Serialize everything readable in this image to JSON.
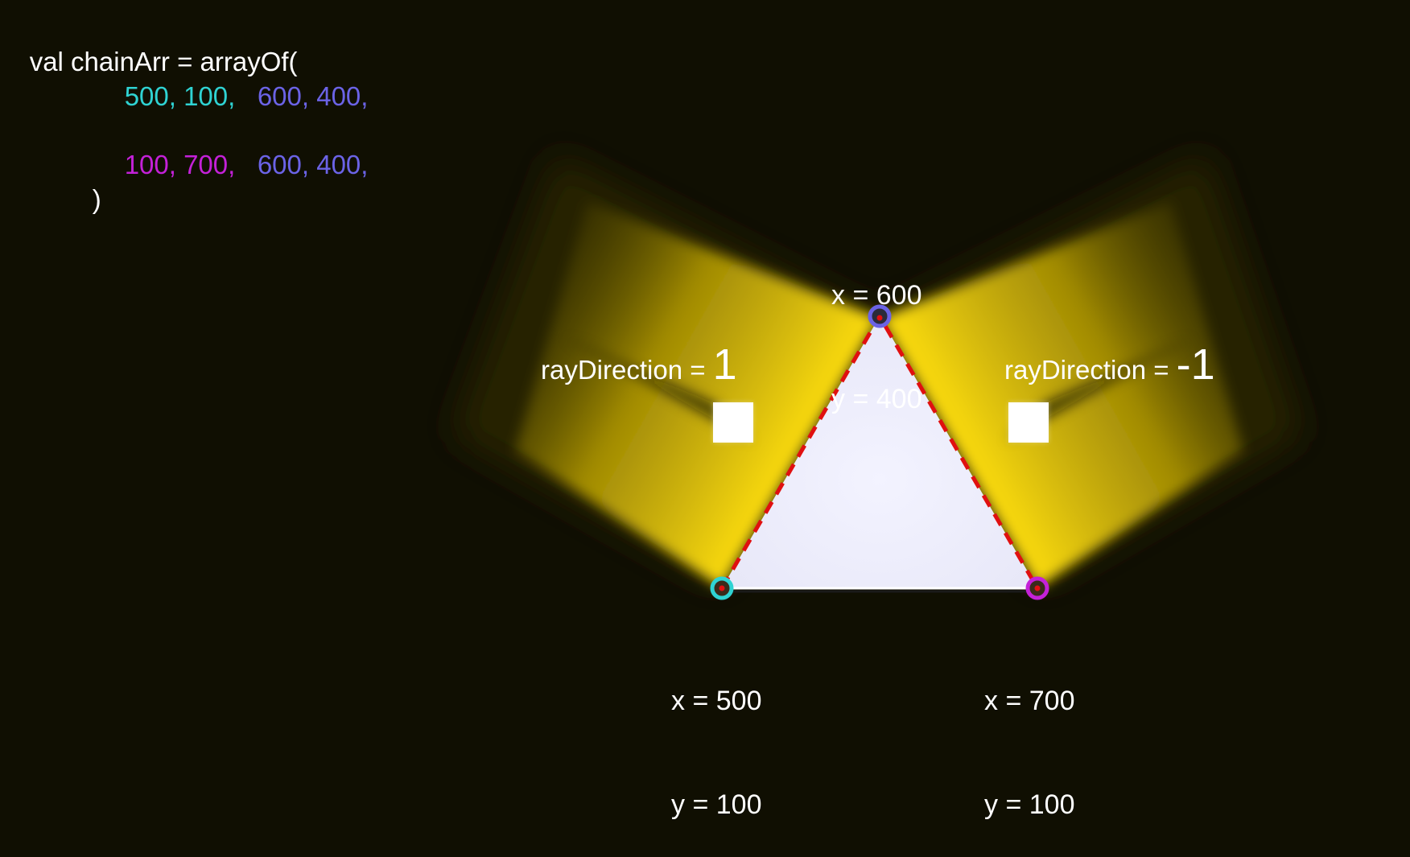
{
  "code": {
    "line1": "val chainArr = arrayOf(",
    "row1": {
      "p1": "500, 100,",
      "p2": "600, 400,"
    },
    "row2": {
      "p1": "100, 700,",
      "p2": "600, 400,"
    },
    "close": ")"
  },
  "vertices": {
    "top": {
      "x_label": "x = 600",
      "y_label": "y = 400",
      "color": "#6b63e6"
    },
    "left": {
      "x_label": "x = 500",
      "y_label": "y = 100",
      "color": "#2fd3d3"
    },
    "right": {
      "x_label": "x = 700",
      "y_label": "y = 100",
      "color": "#c421d8"
    }
  },
  "rays": {
    "left": {
      "label": "rayDirection = ",
      "value": "1"
    },
    "right": {
      "label": "rayDirection = ",
      "value": "-1"
    }
  },
  "colors": {
    "background": "#100f02",
    "light": "#f5d60a",
    "triangle_fill": "#ececfb",
    "edge_dash": "#e01010"
  }
}
